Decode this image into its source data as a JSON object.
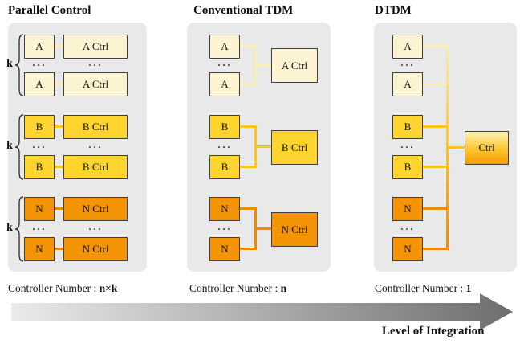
{
  "figure": {
    "panel1": {
      "title": "Parallel Control",
      "caption_value": "n×k"
    },
    "panel2": {
      "title": "Conventional TDM",
      "caption_value": "n"
    },
    "panel3": {
      "title": "DTDM",
      "caption_value": "1"
    },
    "caption_prefix": "Controller Number : ",
    "arrow_label": "Level of Integration",
    "brace_label": "k",
    "dots": "···",
    "boxes": {
      "a": "A",
      "b": "B",
      "n": "N",
      "a_ctrl": "A Ctrl",
      "b_ctrl": "B Ctrl",
      "n_ctrl": "N Ctrl",
      "ctrl": "Ctrl"
    },
    "colors": {
      "panel_bg": "#e9e9e9",
      "cream_fill": "#fbf3d1",
      "cream_line": "#faeeb5",
      "yellow_fill": "#fed42f",
      "yellow_line": "#fec41e",
      "orange_fill": "#f29405",
      "orange_line": "#ee8a00",
      "box_border": "#3f3f3f",
      "ctrl_gradient_top": "#fff2b6",
      "ctrl_gradient_bottom": "#f39a00",
      "arrow_gradient_left": "#ebebeb",
      "arrow_gradient_right": "#6e6e6e"
    }
  }
}
